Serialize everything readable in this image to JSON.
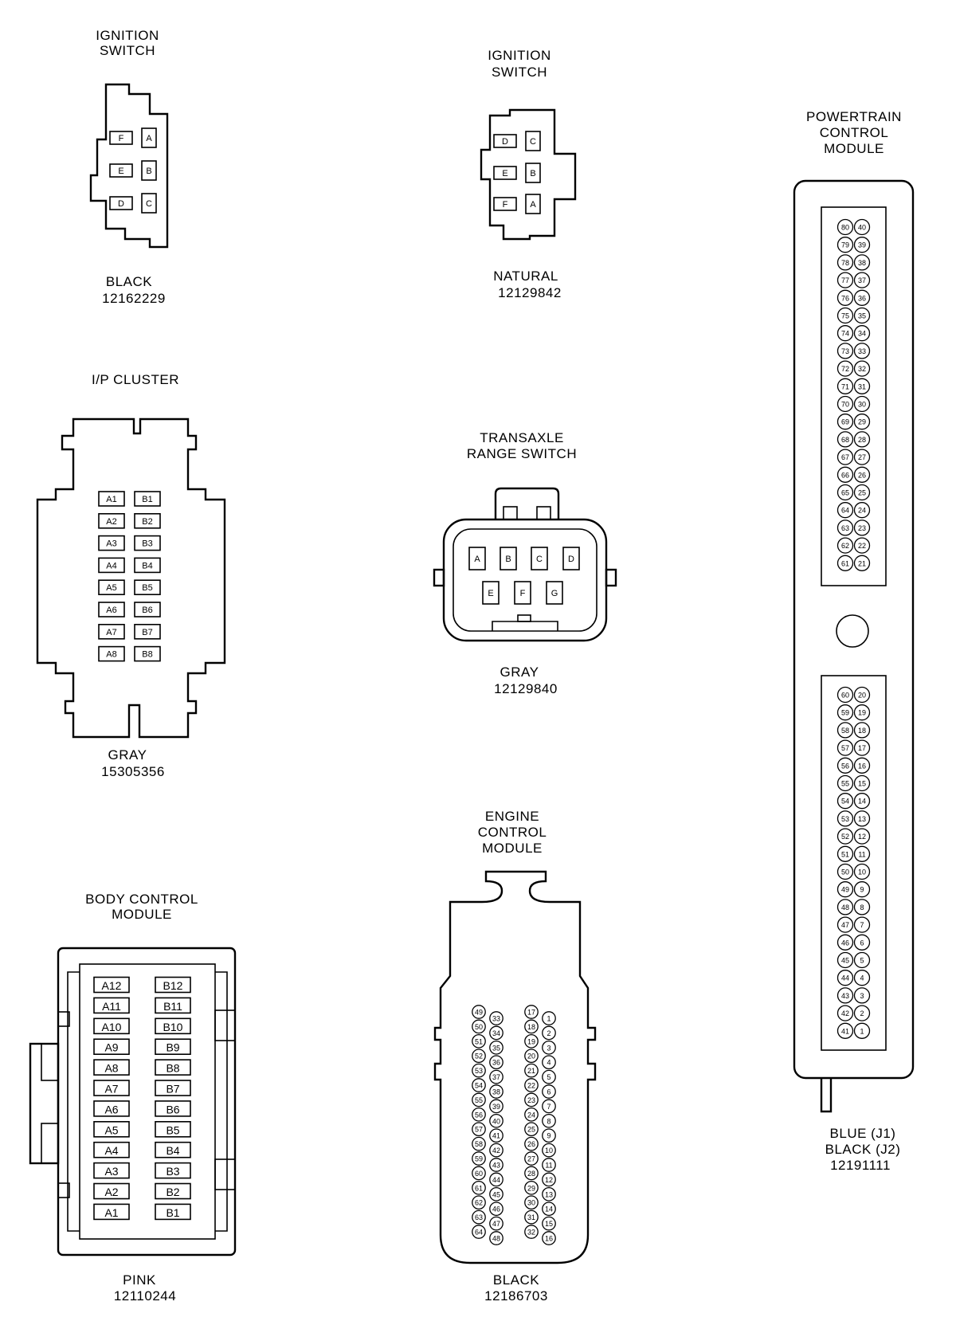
{
  "connectors": {
    "ignition_switch_black": {
      "title_lines": [
        "IGNITION",
        "SWITCH"
      ],
      "color": "BLACK",
      "part": "12162229",
      "pins": [
        "F",
        "A",
        "E",
        "B",
        "D",
        "C"
      ]
    },
    "ignition_switch_natural": {
      "title_lines": [
        "IGNITION",
        "SWITCH"
      ],
      "color": "NATURAL",
      "part": "12129842",
      "pins": [
        "D",
        "C",
        "E",
        "B",
        "F",
        "A"
      ]
    },
    "powertrain_control_module": {
      "title_lines": [
        "POWERTRAIN",
        "CONTROL",
        "MODULE"
      ],
      "footer_lines": [
        "BLUE (J1)",
        "BLACK (J2)",
        "12191111"
      ],
      "upper_left": [
        "80",
        "79",
        "78",
        "77",
        "76",
        "75",
        "74",
        "73",
        "72",
        "71",
        "70",
        "69",
        "68",
        "67",
        "66",
        "65",
        "64",
        "63",
        "62",
        "61"
      ],
      "upper_right": [
        "40",
        "39",
        "38",
        "37",
        "36",
        "35",
        "34",
        "33",
        "32",
        "31",
        "30",
        "29",
        "28",
        "27",
        "26",
        "25",
        "24",
        "23",
        "22",
        "21"
      ],
      "lower_left": [
        "60",
        "59",
        "58",
        "57",
        "56",
        "55",
        "54",
        "53",
        "52",
        "51",
        "50",
        "49",
        "48",
        "47",
        "46",
        "45",
        "44",
        "43",
        "42",
        "41"
      ],
      "lower_right": [
        "20",
        "19",
        "18",
        "17",
        "16",
        "15",
        "14",
        "13",
        "12",
        "11",
        "10",
        "9",
        "8",
        "7",
        "6",
        "5",
        "4",
        "3",
        "2",
        "1"
      ]
    },
    "ip_cluster": {
      "title": "I/P CLUSTER",
      "color": "GRAY",
      "part": "15305356",
      "left": [
        "A1",
        "A2",
        "A3",
        "A4",
        "A5",
        "A6",
        "A7",
        "A8"
      ],
      "right": [
        "B1",
        "B2",
        "B3",
        "B4",
        "B5",
        "B6",
        "B7",
        "B8"
      ]
    },
    "transaxle_range_switch": {
      "title_lines": [
        "TRANSAXLE",
        "RANGE SWITCH"
      ],
      "color": "GRAY",
      "part": "12129840",
      "top": [
        "A",
        "B",
        "C",
        "D"
      ],
      "bottom": [
        "E",
        "F",
        "G"
      ]
    },
    "engine_control_module": {
      "title_lines": [
        "ENGINE",
        "CONTROL",
        "MODULE"
      ],
      "color": "BLACK",
      "part": "12186703",
      "col1": [
        "49",
        "50",
        "51",
        "52",
        "53",
        "54",
        "55",
        "56",
        "57",
        "58",
        "59",
        "60",
        "61",
        "62",
        "63",
        "64"
      ],
      "col2": [
        "33",
        "34",
        "35",
        "36",
        "37",
        "38",
        "39",
        "40",
        "41",
        "42",
        "43",
        "44",
        "45",
        "46",
        "47",
        "48"
      ],
      "col3": [
        "17",
        "18",
        "19",
        "20",
        "21",
        "22",
        "23",
        "24",
        "25",
        "26",
        "27",
        "28",
        "29",
        "30",
        "31",
        "32"
      ],
      "col4": [
        "1",
        "2",
        "3",
        "4",
        "5",
        "6",
        "7",
        "8",
        "9",
        "10",
        "11",
        "12",
        "13",
        "14",
        "15",
        "16"
      ]
    },
    "body_control_module": {
      "title_lines": [
        "BODY CONTROL",
        "MODULE"
      ],
      "color": "PINK",
      "part": "12110244",
      "left": [
        "A12",
        "A11",
        "A10",
        "A9",
        "A8",
        "A7",
        "A6",
        "A5",
        "A4",
        "A3",
        "A2",
        "A1"
      ],
      "right": [
        "B12",
        "B11",
        "B10",
        "B9",
        "B8",
        "B7",
        "B6",
        "B5",
        "B4",
        "B3",
        "B2",
        "B1"
      ]
    }
  }
}
